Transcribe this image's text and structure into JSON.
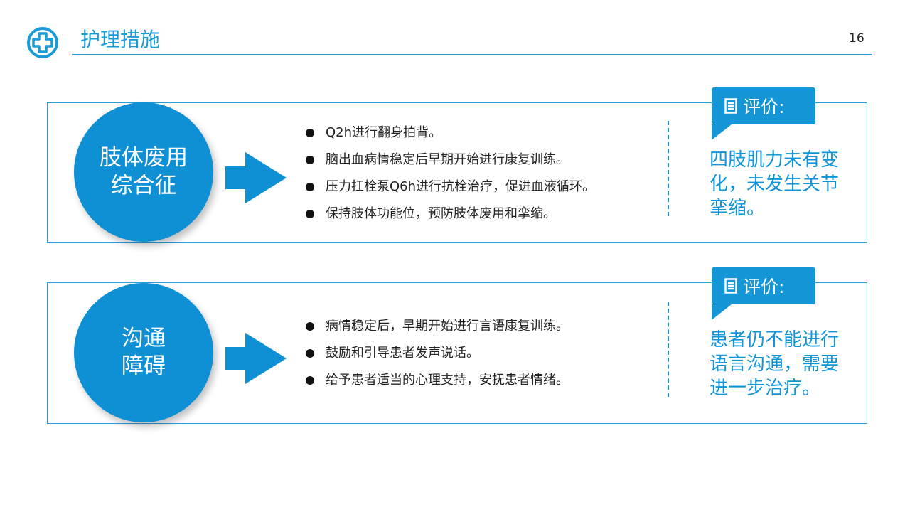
{
  "slide": {
    "title": "护理措施",
    "page_number": "16",
    "accent_color": "#0f90d4",
    "icon": "medical-cross-icon"
  },
  "sections": [
    {
      "topic": "肢体废用综合征",
      "bullets": [
        "Q2h进行翻身拍背。",
        "脑出血病情稳定后早期开始进行康复训练。",
        "压力扛栓泵Q6h进行抗栓治疗，促进血液循环。",
        "保持肢体功能位，预防肢体废用和挛缩。"
      ],
      "eval_label": "评价:",
      "eval_text": "四肢肌力未有变化，未发生关节挛缩。"
    },
    {
      "topic": "沟通障碍",
      "bullets": [
        "病情稳定后，早期开始进行言语康复训练。",
        "鼓励和引导患者发声说话。",
        "给予患者适当的心理支持，安抚患者情绪。"
      ],
      "eval_label": "评价:",
      "eval_text": "患者仍不能进行语言沟通，需要进一步治疗。"
    }
  ]
}
